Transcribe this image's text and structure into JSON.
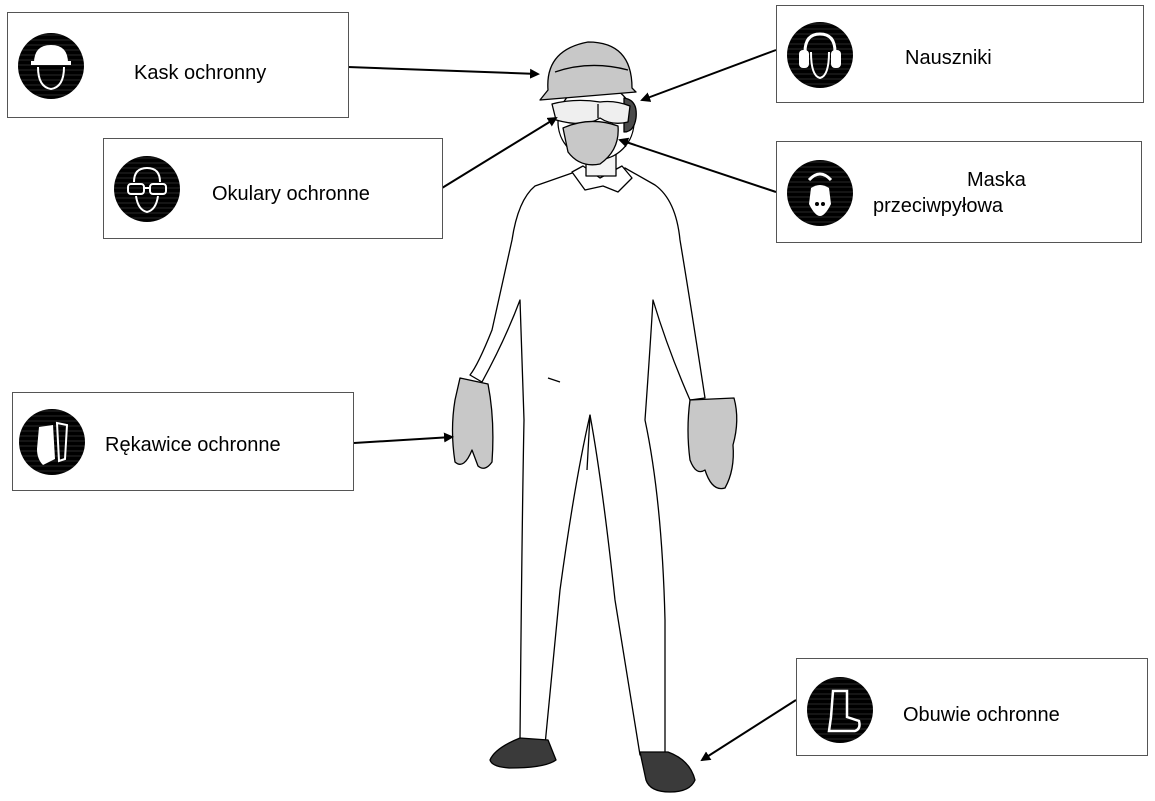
{
  "labels": {
    "helmet": "Kask ochronny",
    "earmuffs": "Nauszniki",
    "goggles": "Okulary ochronne",
    "mask_line1": "Maska",
    "mask_line2": "przeciwpyłowa",
    "gloves": "Rękawice ochronne",
    "boots": "Obuwie ochronne"
  },
  "icons": {
    "helmet": "helmet-sign-icon",
    "earmuffs": "earmuffs-sign-icon",
    "goggles": "goggles-sign-icon",
    "mask": "dust-mask-sign-icon",
    "gloves": "gloves-sign-icon",
    "boots": "boots-sign-icon"
  },
  "colors": {
    "sign_background": "#000000",
    "ppe_gray": "#c8c8c8",
    "boot_dark": "#3a3a3a",
    "outline": "#000000"
  }
}
